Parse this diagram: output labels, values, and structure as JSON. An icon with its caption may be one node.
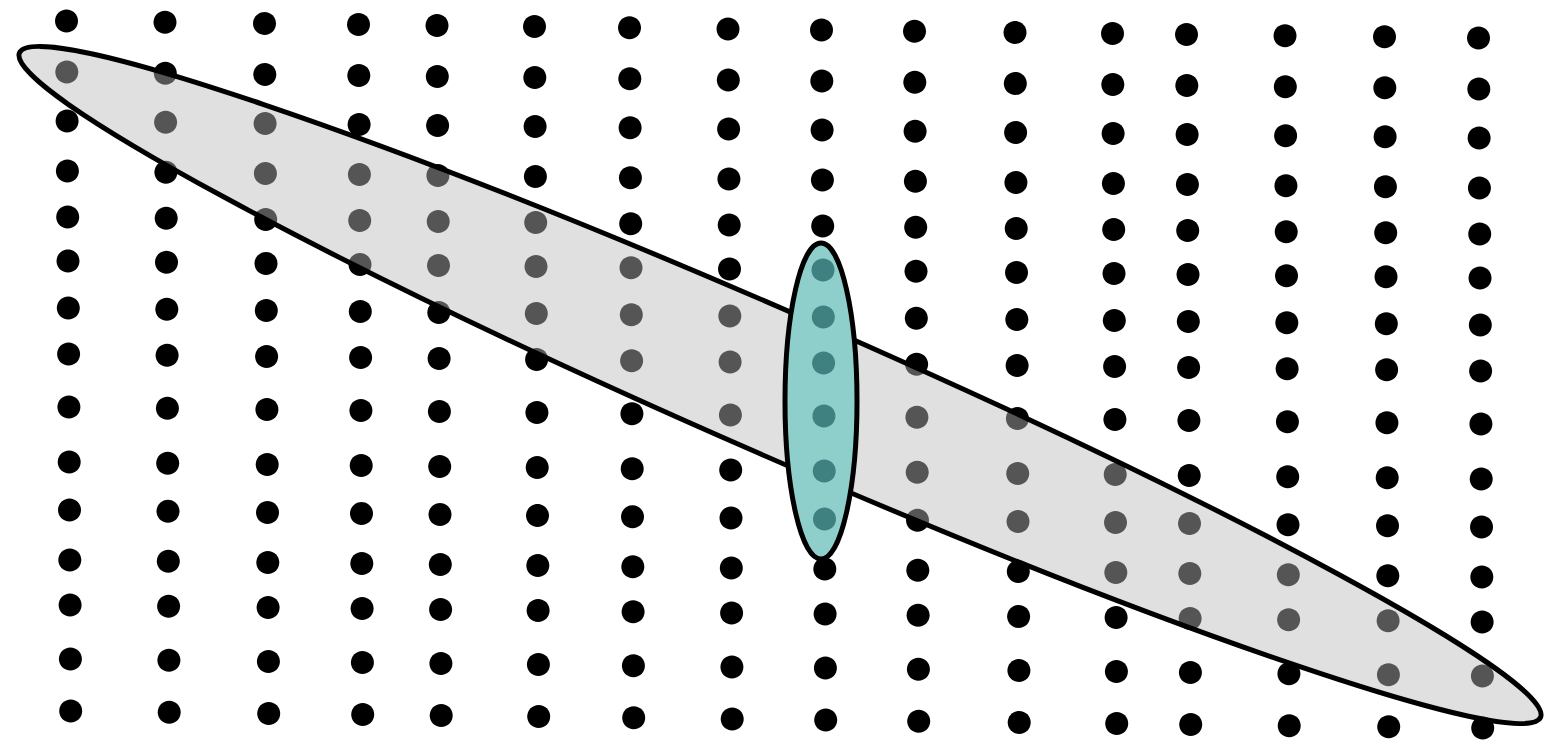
{
  "diagram": {
    "nodes": [
      {
        "text": [],
        "shape": "ellipse"
      },
      {
        "text": [],
        "shape": "ellipse",
        "in": 0
      }
    ]
  }
}
